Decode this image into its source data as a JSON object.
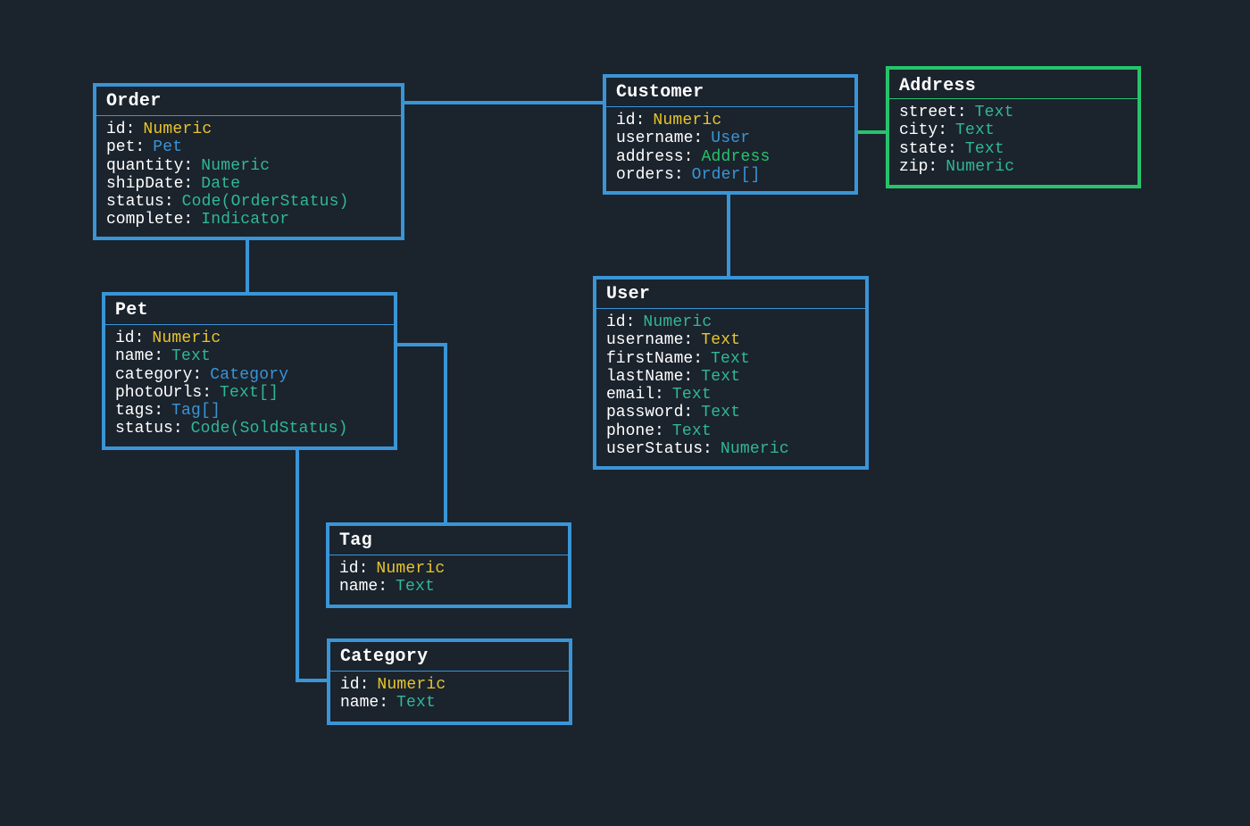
{
  "colors": {
    "background": "#1b232d",
    "entity_border": "#3a95d6",
    "highlight_border": "#27c36b",
    "field_name": "#ffffff",
    "type_primary_key": "#e8c52a",
    "type_scalar": "#2fb896",
    "type_reference": "#3a95d6",
    "type_address": "#27c36b"
  },
  "entities": {
    "order": {
      "title": "Order",
      "fields": [
        {
          "name": "id",
          "type": "Numeric",
          "color": "#e8c52a"
        },
        {
          "name": "pet",
          "type": "Pet",
          "color": "#3a95d6"
        },
        {
          "name": "quantity",
          "type": "Numeric",
          "color": "#2fb896"
        },
        {
          "name": "shipDate",
          "type": "Date",
          "color": "#2fb896"
        },
        {
          "name": "status",
          "type": "Code(OrderStatus)",
          "color": "#2fb896"
        },
        {
          "name": "complete",
          "type": "Indicator",
          "color": "#2fb896"
        }
      ]
    },
    "customer": {
      "title": "Customer",
      "fields": [
        {
          "name": "id",
          "type": "Numeric",
          "color": "#e8c52a"
        },
        {
          "name": "username",
          "type": "User",
          "color": "#3a95d6"
        },
        {
          "name": "address",
          "type": "Address",
          "color": "#27c36b"
        },
        {
          "name": "orders",
          "type": "Order[]",
          "color": "#3a95d6"
        }
      ]
    },
    "address": {
      "title": "Address",
      "fields": [
        {
          "name": "street",
          "type": "Text",
          "color": "#2fb896"
        },
        {
          "name": "city",
          "type": "Text",
          "color": "#2fb896"
        },
        {
          "name": "state",
          "type": "Text",
          "color": "#2fb896"
        },
        {
          "name": "zip",
          "type": "Numeric",
          "color": "#2fb896"
        }
      ]
    },
    "pet": {
      "title": "Pet",
      "fields": [
        {
          "name": "id",
          "type": "Numeric",
          "color": "#e8c52a"
        },
        {
          "name": "name",
          "type": "Text",
          "color": "#2fb896"
        },
        {
          "name": "category",
          "type": "Category",
          "color": "#3a95d6"
        },
        {
          "name": "photoUrls",
          "type": "Text[]",
          "color": "#2fb896"
        },
        {
          "name": "tags",
          "type": "Tag[]",
          "color": "#3a95d6"
        },
        {
          "name": "status",
          "type": "Code(SoldStatus)",
          "color": "#2fb896"
        }
      ]
    },
    "user": {
      "title": "User",
      "fields": [
        {
          "name": "id",
          "type": "Numeric",
          "color": "#2fb896"
        },
        {
          "name": "username",
          "type": "Text",
          "color": "#e8c52a"
        },
        {
          "name": "firstName",
          "type": "Text",
          "color": "#2fb896"
        },
        {
          "name": "lastName",
          "type": "Text",
          "color": "#2fb896"
        },
        {
          "name": "email",
          "type": "Text",
          "color": "#2fb896"
        },
        {
          "name": "password",
          "type": "Text",
          "color": "#2fb896"
        },
        {
          "name": "phone",
          "type": "Text",
          "color": "#2fb896"
        },
        {
          "name": "userStatus",
          "type": "Numeric",
          "color": "#2fb896"
        }
      ]
    },
    "tag": {
      "title": "Tag",
      "fields": [
        {
          "name": "id",
          "type": "Numeric",
          "color": "#e8c52a"
        },
        {
          "name": "name",
          "type": "Text",
          "color": "#2fb896"
        }
      ]
    },
    "category": {
      "title": "Category",
      "fields": [
        {
          "name": "id",
          "type": "Numeric",
          "color": "#e8c52a"
        },
        {
          "name": "name",
          "type": "Text",
          "color": "#2fb896"
        }
      ]
    }
  }
}
